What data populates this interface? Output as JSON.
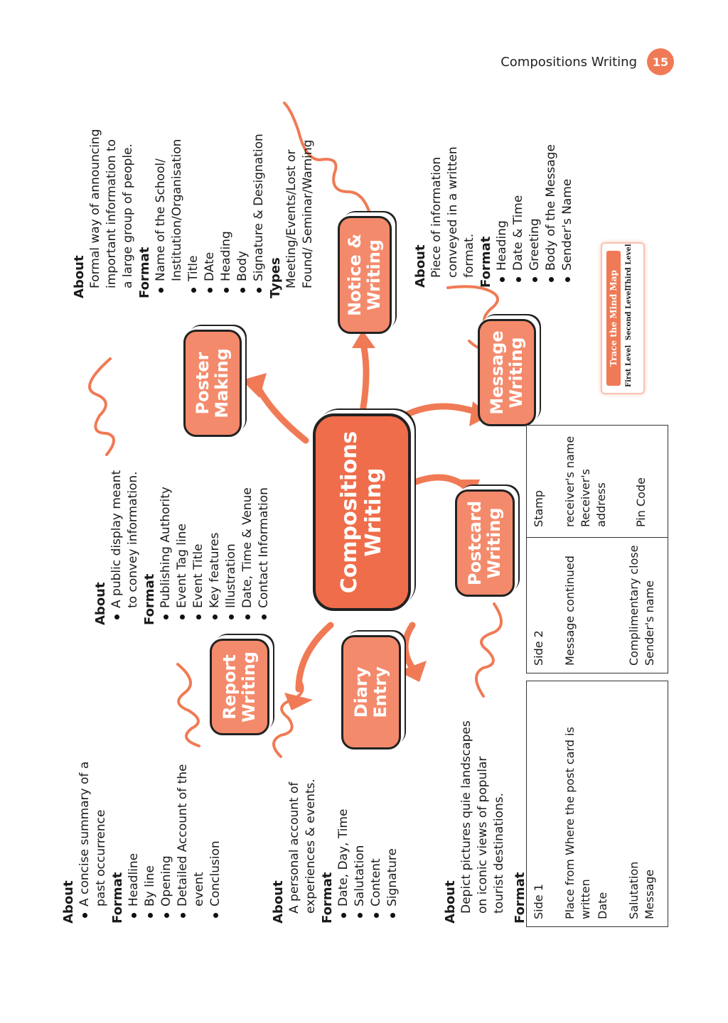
{
  "header": {
    "title": "Compositions Writing",
    "page_number": "15"
  },
  "center": {
    "label_line1": "Compositions",
    "label_line2": "Writing"
  },
  "nodes": {
    "report": {
      "l1": "Report",
      "l2": "Writing"
    },
    "diary": {
      "l1": "Diary",
      "l2": "Entry"
    },
    "poster": {
      "l1": "Poster",
      "l2": "Making"
    },
    "postcard": {
      "l1": "Postcard",
      "l2": "Writing"
    },
    "message": {
      "l1": "Message",
      "l2": "Writing"
    },
    "notice": {
      "l1": "Notice &",
      "l2": "Writing"
    }
  },
  "report": {
    "about": "About",
    "about_items": [
      "A concise summary of a",
      "past occurrence"
    ],
    "format": "Format",
    "items": [
      "Headline",
      "By line",
      "Opening",
      "Detailed Account of the",
      "event",
      "Conclusion"
    ]
  },
  "diary": {
    "about": "About",
    "about_text": [
      "A personal account of",
      "experiences & events."
    ],
    "format": "Format",
    "items": [
      "Date, Day, Time",
      "Salutation",
      "Content",
      "Signature"
    ]
  },
  "postcard": {
    "about": "About",
    "about_text": [
      "Depict pictures quie landscapes",
      "on iconic views of popular",
      "tourist destinations."
    ],
    "format": "Format",
    "side1": {
      "title": "Side 1",
      "place": "Place from Where the post card is",
      "written": "written",
      "date": "Date",
      "salutation": "Salutation",
      "message": "Message"
    },
    "side2": {
      "title": "Side 2",
      "stamp": "Stamp",
      "message_continued": "Message continued",
      "receiver_name": "receiver's name",
      "receiver_address1": "Receiver's",
      "receiver_address2": "address",
      "close": "Complimentary close",
      "sender": "Sender's name",
      "pin": "Pin Code"
    }
  },
  "poster": {
    "about": "About",
    "about_items": [
      "A public display meant",
      "to convey information."
    ],
    "format": "Format",
    "items": [
      "Publishing Authority",
      "Event Tag line",
      "Event Title",
      "Key features",
      "Illustration",
      "Date, Time & Venue",
      "Contact Information"
    ]
  },
  "notice": {
    "about": "About",
    "about_text": [
      "Formal way of announcing",
      "important information to",
      "a large group of people."
    ],
    "format": "Format",
    "items": [
      "Name of the School/",
      "Institution/Organisation",
      "Title",
      "DAte",
      "Heading",
      "Body",
      "Signature & Designation"
    ],
    "types": "Types",
    "types_text": [
      "Meeting/Events/Lost or",
      "Found/ Seminar/Warning"
    ]
  },
  "message": {
    "about": "About",
    "about_text": [
      "Piece of information",
      "conveyed in a written",
      "format."
    ],
    "format": "Format",
    "items": [
      "Heading",
      "Date & Time",
      "Greeting",
      "Body of the Message",
      "Sender's Name"
    ]
  },
  "trace": {
    "title": "Trace the Mind Map",
    "first": "First Level",
    "second": "Second Level",
    "third": "Third Level"
  },
  "colors": {
    "accent": "#f07a55",
    "node": "#f48a6c",
    "center": "#ef6d4a"
  }
}
